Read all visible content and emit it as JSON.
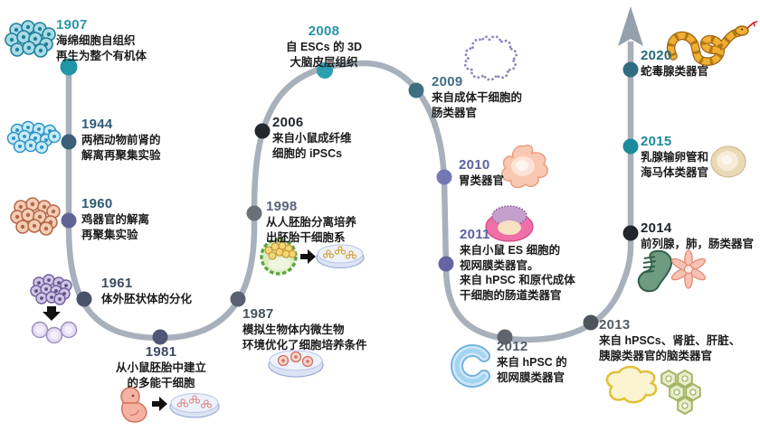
{
  "timeline": {
    "line_color": "#a7b0bb",
    "arrow_color": "#93a0ad",
    "text_color": "#1c1c1c",
    "milestones": [
      {
        "year": "1907",
        "color": "#2596a8",
        "dot": "#2196a6",
        "icon": "sponge-cells-icon",
        "lines": [
          "海绵细胞自组织",
          "再生为整个有机体"
        ]
      },
      {
        "year": "1944",
        "color": "#2d5d77",
        "dot": "#3c6077",
        "icon": "amphibian-cells-icon",
        "lines": [
          "两栖动物前肾的",
          "解离再聚集实验"
        ]
      },
      {
        "year": "1960",
        "color": "#2f5a72",
        "dot": "#5f6494",
        "icon": "chick-cells-icon",
        "lines": [
          "鸡器官的解离",
          "再聚集实验"
        ]
      },
      {
        "year": "1961",
        "color": "#3d4c63",
        "dot": "#49536b",
        "icon": "embryoid-body-icon",
        "lines": [
          "体外胚状体的分化"
        ]
      },
      {
        "year": "1981",
        "color": "#3c4a63",
        "dot": "#515578",
        "icon": "mouse-embryo-dish-icon",
        "lines": [
          "从小鼠胚胎中建立",
          "的多能干细胞"
        ]
      },
      {
        "year": "1987",
        "color": "#44505c",
        "dot": "#596070",
        "icon": "petri-dish-icon",
        "lines": [
          "模拟生物体内微生物",
          "环境优化了细胞培养条件"
        ]
      },
      {
        "year": "1998",
        "color": "#5a6478",
        "dot": "#6a7076",
        "icon": "blastocyst-dish-icon",
        "lines": [
          "从人胚胎分离培养",
          "出胚胎干细胞系"
        ]
      },
      {
        "year": "2006",
        "color": "#23272e",
        "dot": "#23272e",
        "icon": "",
        "lines": [
          "来自小鼠成纤维",
          "细胞的 iPSCs"
        ]
      },
      {
        "year": "2008",
        "color": "#2794a6",
        "dot": "#2b9fb0",
        "icon": "",
        "lines": [
          "自 ESCs 的 3D",
          "大脑皮层组织"
        ]
      },
      {
        "year": "2009",
        "color": "#3f6d85",
        "dot": "#3e6f80",
        "icon": "gut-organoid-icon",
        "lines": [
          "来自成体干细胞的",
          "肠类器官"
        ]
      },
      {
        "year": "2010",
        "color": "#5c5fa0",
        "dot": "#7577b5",
        "icon": "stomach-organoid-icon",
        "lines": [
          "胃类器官"
        ]
      },
      {
        "year": "2011",
        "color": "#5c5fa0",
        "dot": "#6466a3",
        "icon": "optic-cup-icon",
        "lines": [
          "来自小鼠 ES 细胞的",
          "视网膜类器官。",
          "来自 hPSC 和原代成体",
          "干细胞的肠道类器官"
        ]
      },
      {
        "year": "2012",
        "color": "#525c66",
        "dot": "#60646e",
        "icon": "retina-c-icon",
        "lines": [
          "来自 hPSC 的",
          "视网膜类器官"
        ]
      },
      {
        "year": "2013",
        "color": "#525c66",
        "dot": "#4f545c",
        "icon": "brain-kidney-organoid-icon",
        "lines": [
          "来自 hPSCs、肾脏、肝脏、",
          "胰腺类器官的脑类器官"
        ]
      },
      {
        "year": "2014",
        "color": "#20242a",
        "dot": "#22252b",
        "icon": "prostate-lung-organoid-icon",
        "lines": [
          "前列腺，肺，肠类器官"
        ]
      },
      {
        "year": "2015",
        "color": "#1b8b9e",
        "dot": "#1d8b9d",
        "icon": "hippocampus-organoid-icon",
        "lines": [
          "乳腺输卵管和",
          "海马体类器官"
        ]
      },
      {
        "year": "2020",
        "color": "#27697e",
        "dot": "#2e6e80",
        "icon": "snake-icon",
        "lines": [
          "蛇毒腺类器官"
        ]
      }
    ]
  }
}
